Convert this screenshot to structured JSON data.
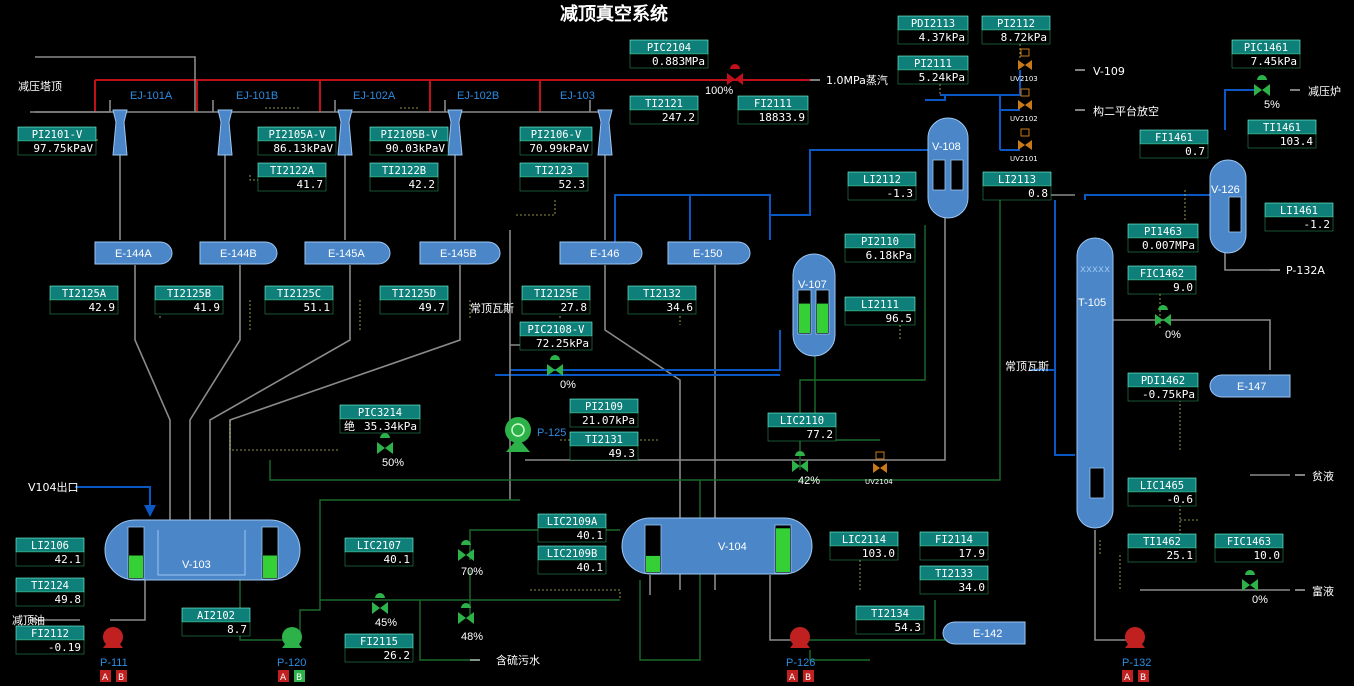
{
  "title": "减顶真空系统",
  "labels": {
    "tower_top": "减压塔顶",
    "steam": "1.0MPa蒸汽",
    "v104_outlet": "V104出口",
    "vac_top_oil": "减顶油",
    "atm_gas_1": "常顶瓦斯",
    "atm_gas_2": "常顶瓦斯",
    "sour_water": "含硫污水",
    "v109": "V-109",
    "vent": "构二平台放空",
    "vac_furnace": "减压炉",
    "p132a": "P-132A",
    "lean": "贫液",
    "rich": "富液",
    "abs": "绝"
  },
  "ejectors": [
    "EJ-101A",
    "EJ-101B",
    "EJ-102A",
    "EJ-102B",
    "EJ-103"
  ],
  "exchangers": [
    "E-144A",
    "E-144B",
    "E-145A",
    "E-145B",
    "E-146",
    "E-150",
    "E-142",
    "E-147"
  ],
  "vessels": {
    "v103": "V-103",
    "v104": "V-104",
    "v107": "V-107",
    "v108": "V-108",
    "v126": "V-126",
    "t105": "T-105"
  },
  "pumps": {
    "p111": "P-111",
    "p120": "P-120",
    "p125": "P-125",
    "p126": "P-126",
    "p132": "P-132"
  },
  "pump_ab": {
    "a": "A",
    "b": "B"
  },
  "uv": {
    "uv2103": "UV2103",
    "uv2102": "UV2102",
    "uv2101": "UV2101",
    "uv2104": "UV2104"
  },
  "valve_pcts": {
    "pic2104": "100%",
    "pic2108": "0%",
    "pic3214": "50%",
    "lic2110": "42%",
    "lic2109a": "70%",
    "lic2109b": "48%",
    "lic2107": "45%",
    "pic1461": "5%",
    "fic1462": "0%",
    "fic1463": "0%"
  },
  "tags": {
    "PIC2104": {
      "tag": "PIC2104",
      "val": "0.883MPa"
    },
    "TI2121": {
      "tag": "TI2121",
      "val": "247.2"
    },
    "FI2111": {
      "tag": "FI2111",
      "val": "18833.9"
    },
    "PI2101V": {
      "tag": "PI2101-V",
      "val": "97.75kPaV"
    },
    "PI2105AV": {
      "tag": "PI2105A-V",
      "val": "86.13kPaV"
    },
    "PI2105BV": {
      "tag": "PI2105B-V",
      "val": "90.03kPaV"
    },
    "PI2106V": {
      "tag": "PI2106-V",
      "val": "70.99kPaV"
    },
    "TI2122A": {
      "tag": "TI2122A",
      "val": "41.7"
    },
    "TI2122B": {
      "tag": "TI2122B",
      "val": "42.2"
    },
    "TI2123": {
      "tag": "TI2123",
      "val": "52.3"
    },
    "TI2125A": {
      "tag": "TI2125A",
      "val": "42.9"
    },
    "TI2125B": {
      "tag": "TI2125B",
      "val": "41.9"
    },
    "TI2125C": {
      "tag": "TI2125C",
      "val": "51.1"
    },
    "TI2125D": {
      "tag": "TI2125D",
      "val": "49.7"
    },
    "TI2125E": {
      "tag": "TI2125E",
      "val": "27.8"
    },
    "TI2132": {
      "tag": "TI2132",
      "val": "34.6"
    },
    "PIC2108V": {
      "tag": "PIC2108-V",
      "val": "72.25kPa"
    },
    "PIC3214": {
      "tag": "PIC3214",
      "val": "35.34kPa"
    },
    "PI2109": {
      "tag": "PI2109",
      "val": "21.07kPa"
    },
    "TI2131": {
      "tag": "TI2131",
      "val": "49.3"
    },
    "PDI2113": {
      "tag": "PDI2113",
      "val": "4.37kPa"
    },
    "PI2112": {
      "tag": "PI2112",
      "val": "8.72kPa"
    },
    "PI2111": {
      "tag": "PI2111",
      "val": "5.24kPa"
    },
    "LI2112": {
      "tag": "LI2112",
      "val": "-1.3"
    },
    "LI2113": {
      "tag": "LI2113",
      "val": "0.8"
    },
    "PI2110": {
      "tag": "PI2110",
      "val": "6.18kPa"
    },
    "LI2111": {
      "tag": "LI2111",
      "val": "96.5"
    },
    "LIC2110": {
      "tag": "LIC2110",
      "val": "77.2"
    },
    "LI2106": {
      "tag": "LI2106",
      "val": "42.1"
    },
    "TI2124": {
      "tag": "TI2124",
      "val": "49.8"
    },
    "FI2112": {
      "tag": "FI2112",
      "val": "-0.19"
    },
    "LIC2107": {
      "tag": "LIC2107",
      "val": "40.1"
    },
    "AI2102": {
      "tag": "AI2102",
      "val": "8.7"
    },
    "FI2115": {
      "tag": "FI2115",
      "val": "26.2"
    },
    "LIC2109A": {
      "tag": "LIC2109A",
      "val": "40.1"
    },
    "LIC2109B": {
      "tag": "LIC2109B",
      "val": "40.1"
    },
    "LIC2114": {
      "tag": "LIC2114",
      "val": "103.0"
    },
    "FI2114": {
      "tag": "FI2114",
      "val": "17.9"
    },
    "TI2133": {
      "tag": "TI2133",
      "val": "34.0"
    },
    "TI2134": {
      "tag": "TI2134",
      "val": "54.3"
    },
    "PIC1461": {
      "tag": "PIC1461",
      "val": "7.45kPa"
    },
    "FI1461": {
      "tag": "FI1461",
      "val": "0.7"
    },
    "TI1461": {
      "tag": "TI1461",
      "val": "103.4"
    },
    "LI1461": {
      "tag": "LI1461",
      "val": "-1.2"
    },
    "PI1463": {
      "tag": "PI1463",
      "val": "0.007MPa"
    },
    "FIC1462": {
      "tag": "FIC1462",
      "val": "9.0"
    },
    "PDI1462": {
      "tag": "PDI1462",
      "val": "-0.75kPa"
    },
    "LIC1465": {
      "tag": "LIC1465",
      "val": "-0.6"
    },
    "TI1462": {
      "tag": "TI1462",
      "val": "25.1"
    },
    "FIC1463": {
      "tag": "FIC1463",
      "val": "10.0"
    }
  },
  "levels": {
    "v103_left": 0.45,
    "v103_right": 0.45,
    "v104_left": 0.35,
    "v104_right": 0.95,
    "v107_left": 0.7,
    "v107_right": 0.7
  },
  "colors": {
    "vessel": "#4a86c8",
    "tag_bg": "#0f7f7a",
    "pipe_red": "#c0101a",
    "pipe_blue": "#0b58c4",
    "pipe_gray": "#8a8a8a",
    "pipe_green": "#1a6b2a",
    "liquid": "#35d035",
    "pump_red": "#c02020",
    "pump_green": "#2db24a"
  }
}
